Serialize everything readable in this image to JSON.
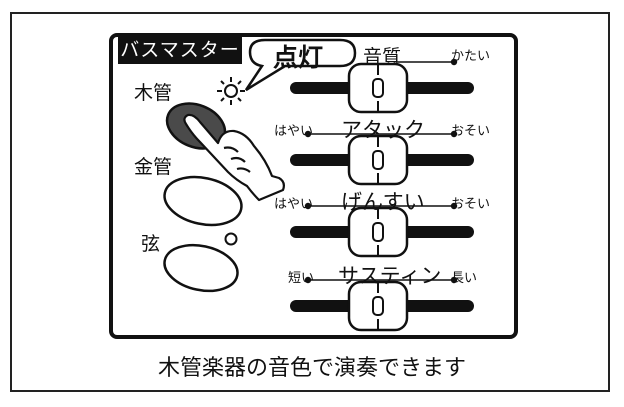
{
  "panel": {
    "title": "バスマスター",
    "callout": "点灯"
  },
  "instruments": [
    {
      "label": "木管",
      "active": true
    },
    {
      "label": "金管",
      "active": false
    },
    {
      "label": "弦",
      "active": false
    }
  ],
  "sliders": [
    {
      "name": "音質",
      "left": "",
      "right": "かたい"
    },
    {
      "name": "アタック",
      "left": "はやい",
      "right": "おそい"
    },
    {
      "name": "げんすい",
      "left": "はやい",
      "right": "おそい"
    },
    {
      "name": "サスティン",
      "left": "短い",
      "right": "長い"
    }
  ],
  "caption": "木管楽器の音色で演奏できます"
}
